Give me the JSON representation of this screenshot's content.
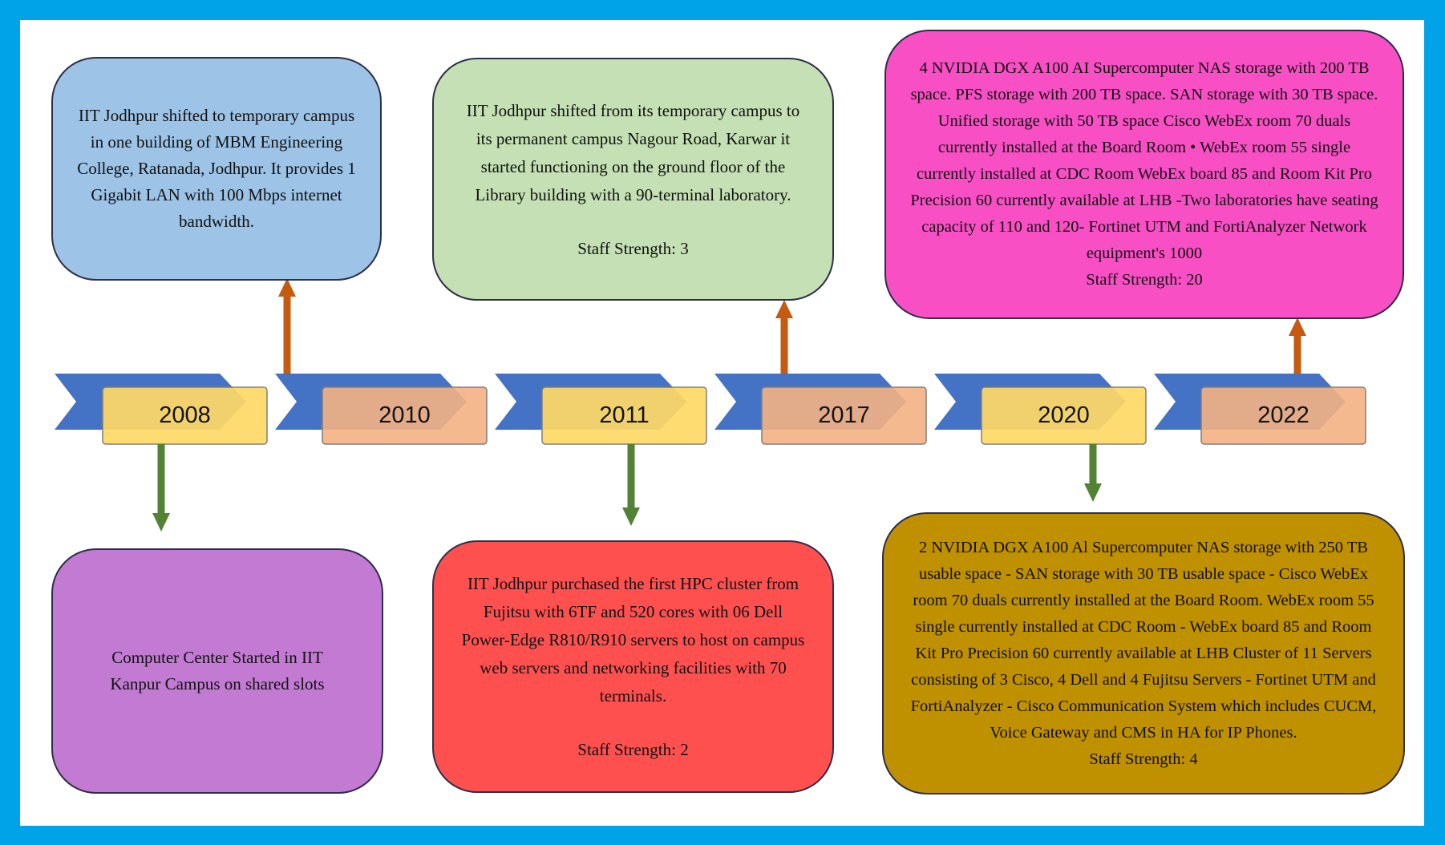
{
  "colors": {
    "border_outer": "#00a2e8",
    "chevron_blue": "#4472c4",
    "year_yellow": "#ffd966",
    "year_peach": "#f4b183",
    "arrow_orange": "#c55a11",
    "arrow_green": "#548235"
  },
  "milestones": [
    {
      "year": "2008",
      "position": "below",
      "color": "#c27ad2",
      "text": "Computer Center Started in IIT Kanpur Campus on shared slots",
      "staff": ""
    },
    {
      "year": "2010",
      "position": "above",
      "color": "#9dc3e6",
      "text": "IIT Jodhpur shifted to temporary campus in one building of MBM Engineering College, Ratanada, Jodhpur. It provides 1 Gigabit LAN with 100 Mbps internet bandwidth.",
      "staff": ""
    },
    {
      "year": "2011",
      "position": "below",
      "color": "#ff5050",
      "text": "IIT Jodhpur purchased the first HPC cluster from Fujitsu with 6TF and 520 cores with 06 Dell Power-Edge R810/R910 servers to host on campus web servers and networking facilities with 70 terminals.",
      "staff": "Staff Strength: 2"
    },
    {
      "year": "2017",
      "position": "above",
      "color": "#c5e0b4",
      "text": "IIT Jodhpur shifted from its temporary campus to its permanent campus Nagour Road, Karwar it started functioning on the ground floor of the Library building with a 90-terminal laboratory.",
      "staff": "Staff Strength: 3"
    },
    {
      "year": "2020",
      "position": "below",
      "color": "#bf9000",
      "text": "2 NVIDIA DGX A100 Al Supercomputer NAS storage with 250 TB usable space - SAN storage with 30 TB usable space - Cisco WebEx room 70 duals currently installed at the Board Room. WebEx room 55 single currently installed at CDC Room - WebEx board 85 and Room Kit Pro Precision 60 currently available at LHB Cluster of 11 Servers consisting of 3 Cisco, 4 Dell and 4 Fujitsu Servers - Fortinet UTM and FortiAnalyzer - Cisco Communication System which includes CUCM, Voice Gateway and CMS in HA for IP Phones.",
      "staff": "Staff Strength: 4"
    },
    {
      "year": "2022",
      "position": "above",
      "color": "#f84fc4",
      "text": "4 NVIDIA DGX A100 AI Supercomputer NAS storage with 200 TB space. PFS storage with 200 TB space. SAN storage with 30 TB space. Unified storage with 50 TB space Cisco WebEx room 70 duals currently installed at the Board Room • WebEx room 55 single currently installed at CDC Room WebEx board 85 and Room Kit Pro Precision 60 currently available at LHB -Two laboratories have seating capacity of 110 and 120- Fortinet UTM and FortiAnalyzer Network equipment's 1000",
      "staff": "Staff Strength: 20"
    }
  ]
}
